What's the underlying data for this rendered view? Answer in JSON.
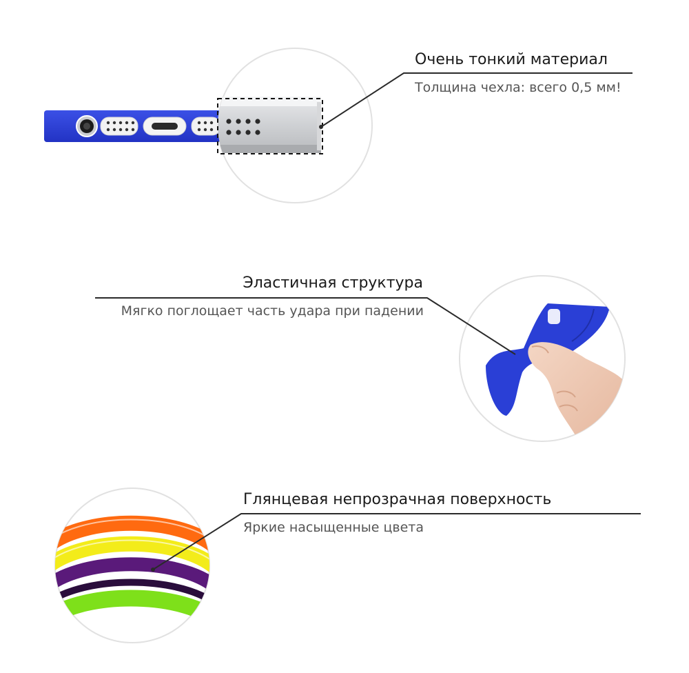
{
  "features": [
    {
      "title": "Очень тонкий материал",
      "subtitle": "Толщина чехла: всего 0,5 мм!",
      "icon": "phone-port-closeup"
    },
    {
      "title": "Эластичная структура",
      "subtitle": "Мягко поглощает часть удара при падении",
      "icon": "flexible-case-in-hand"
    },
    {
      "title": "Глянцевая непрозрачная поверхность",
      "subtitle": "Яркие насыщенные цвета",
      "icon": "colorful-case-rings"
    }
  ],
  "colors": {
    "case_blue": "#2a3fd6",
    "ring_orange": "#ff6a10",
    "ring_yellow": "#f3ec1a",
    "ring_purple": "#5a1a7a",
    "ring_green": "#7ee01a"
  }
}
